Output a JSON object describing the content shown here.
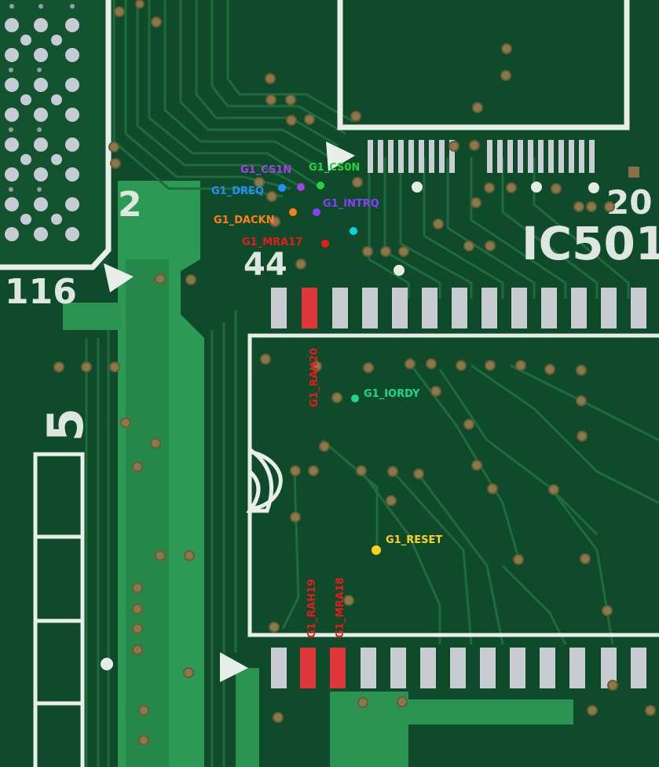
{
  "silkscreen": {
    "ic_ref": "IC501",
    "pin_20": "20",
    "pin_2": "2",
    "pin_44": "44",
    "pin_116": "116",
    "pin_5": "5"
  },
  "colors": {
    "board": "#0f4a2b",
    "trace": "#1e6b3d",
    "copper_fill": "#2c9a55",
    "silk": "#e8efe9",
    "via_ring": "#8a7a4a",
    "pad": "#c7ccd0",
    "pad_highlight": "#e0383a"
  },
  "signals": [
    {
      "name": "G1_CS1N",
      "color": "#a044e6"
    },
    {
      "name": "G1_CS0N",
      "color": "#27d23a"
    },
    {
      "name": "G1_DREQ",
      "color": "#1e90ff"
    },
    {
      "name": "G1_INTRQ",
      "color": "#8a3cff"
    },
    {
      "name": "G1_DACKN",
      "color": "#ff7f1a"
    },
    {
      "name": "G1_MRA17",
      "color": "#e81a1a"
    },
    {
      "name": "G1_RAH20",
      "color": "#e81a1a"
    },
    {
      "name": "G1_IORDY",
      "color": "#20d68a"
    },
    {
      "name": "G1_RESET",
      "color": "#ffd21a"
    },
    {
      "name": "G1_RAH19",
      "color": "#e81a1a"
    },
    {
      "name": "G1_MRA18",
      "color": "#e81a1a"
    }
  ],
  "probe_markers": [
    {
      "color": "#00d8e0"
    }
  ]
}
